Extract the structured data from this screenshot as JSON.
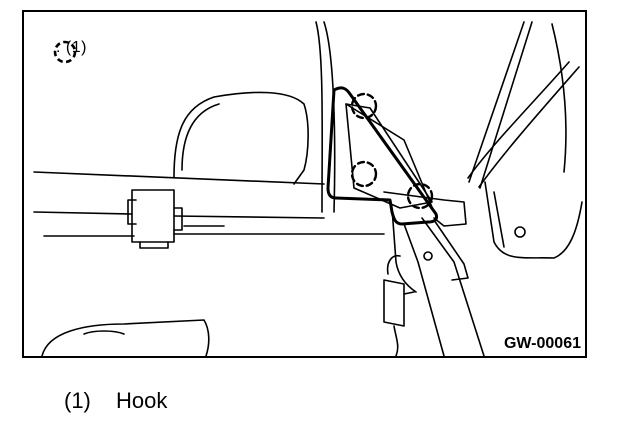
{
  "legend": {
    "icon": "dashed-circle-icon",
    "symbol_label": ": (1)"
  },
  "figure_code": "GW-00061",
  "caption": {
    "number": "(1)",
    "text": "Hook"
  }
}
